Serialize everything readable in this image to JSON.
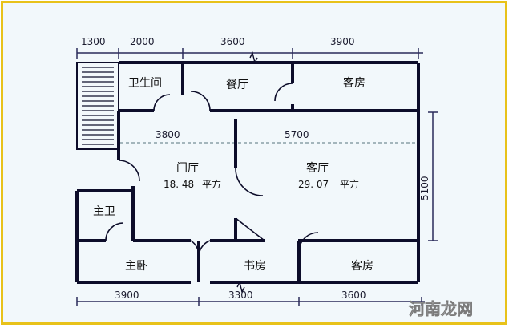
{
  "plan": {
    "top_dimensions": [
      "1300",
      "2000",
      "3600",
      "3900"
    ],
    "bottom_dimensions": [
      "3900",
      "3300",
      "3600"
    ],
    "right_dimension": "5100",
    "inner_dimensions": [
      "3800",
      "5700"
    ],
    "rooms": {
      "bathroom": "卫生间",
      "dining": "餐厅",
      "guest_room_top": "客房",
      "foyer": "门厅",
      "foyer_area": "18. 48",
      "foyer_unit": "平方",
      "living": "客厅",
      "living_area": "29. 07",
      "living_unit": "平方",
      "master_bath": "主卫",
      "master_bedroom": "主卧",
      "study": "书房",
      "guest_room_bottom": "客房"
    }
  },
  "watermark": "河南龙网",
  "colors": {
    "frame_border": "#e8c21a",
    "background": "#f2f8fb",
    "wall": "#0d0d2a",
    "dim_line": "#2a2a5a"
  }
}
